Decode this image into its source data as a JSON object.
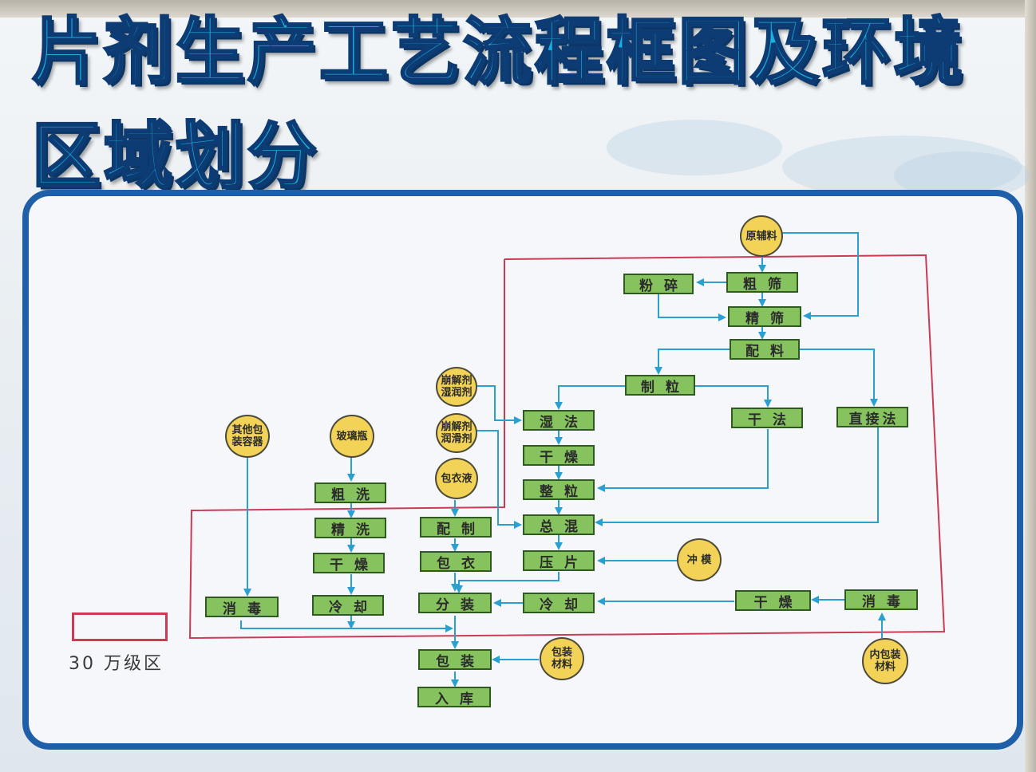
{
  "title": "片剂生产工艺流程框图及环境区域划分",
  "legend": {
    "label": "30 万级区",
    "color": "#cc3b55"
  },
  "colors": {
    "node_fill": "#86c35f",
    "source_fill": "#f2d357",
    "arrow": "#2a9fd0",
    "clean_zone": "#cc3b55",
    "title": "#18b0de"
  },
  "sources": {
    "raw": "原辅料",
    "disint_wet_1": "崩解剂",
    "disint_wet_2": "湿润剂",
    "disint_lub_1": "崩解剂",
    "disint_lub_2": "润滑剂",
    "coating_liquid": "包衣液",
    "other_pack_1": "其他包",
    "other_pack_2": "装容器",
    "glass_bottle": "玻璃瓶",
    "punch": "冲 模",
    "pack_mat_1": "包装",
    "pack_mat_2": "材料",
    "inner_pack_1": "内包装",
    "inner_pack_2": "材料"
  },
  "nodes": {
    "coarse_sieve": "粗筛",
    "crush": "粉碎",
    "fine_sieve": "精筛",
    "batching": "配料",
    "granulate": "制粒",
    "wet": "湿法",
    "dry_method": "干法",
    "direct": "直接法",
    "dry1": "干燥",
    "size": "整粒",
    "mix": "总混",
    "press": "压片",
    "cool1": "冷却",
    "dry2": "干燥",
    "disinfect1": "消毒",
    "prep": "配制",
    "coat": "包衣",
    "subpack": "分装",
    "rough_wash": "粗洗",
    "fine_wash": "精洗",
    "dry3": "干燥",
    "cool2": "冷却",
    "disinfect2": "消毒",
    "pack": "包装",
    "store": "入库"
  }
}
